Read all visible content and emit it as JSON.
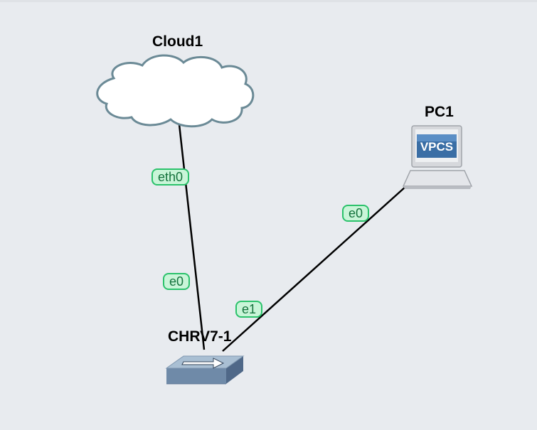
{
  "colors": {
    "canvas": "#e8ebef",
    "link": "#000000",
    "port_badge_fill": "#c9f5d8",
    "port_badge_border": "#2bc26b",
    "port_badge_text": "#14723c",
    "cloud_fill": "#ffffff",
    "cloud_stroke": "#6b8a96",
    "router_top": "#a9bfd3",
    "router_side": "#6f8aa8"
  },
  "nodes": {
    "cloud": {
      "label": "Cloud1",
      "icon": "cloud-icon"
    },
    "pc": {
      "label": "PC1",
      "icon": "vpcs-computer-icon",
      "screen_text": "VPCS"
    },
    "router": {
      "label": "CHRV7-1",
      "icon": "router-icon"
    }
  },
  "links": {
    "cloud_router": {
      "from_port": "eth0",
      "to_port": "e0"
    },
    "router_pc": {
      "from_port": "e1",
      "to_port": "e0"
    }
  }
}
